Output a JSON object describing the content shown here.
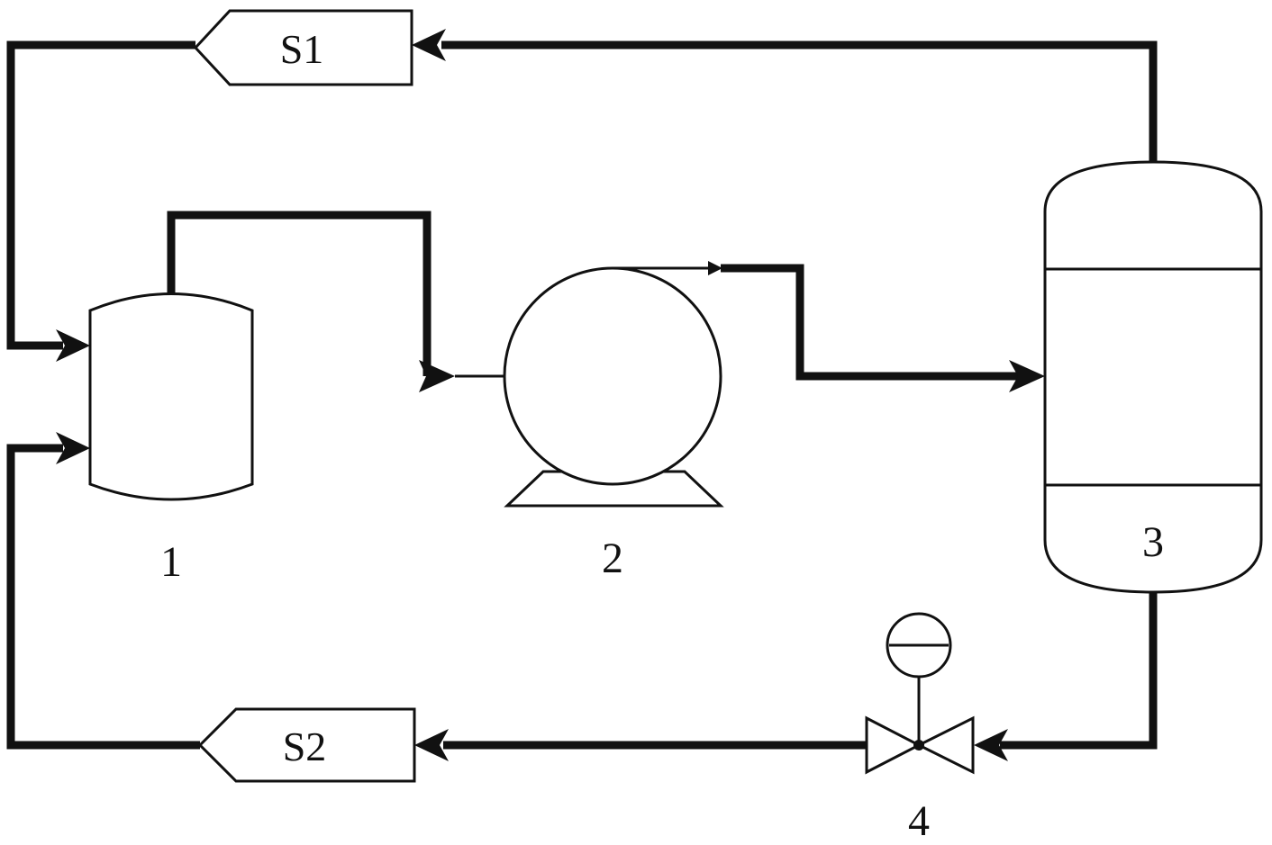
{
  "diagram": {
    "stream_labels": {
      "s1": "S1",
      "s2": "S2"
    },
    "equipment_labels": {
      "tank": "1",
      "pump": "2",
      "column": "3",
      "valve": "4"
    }
  }
}
